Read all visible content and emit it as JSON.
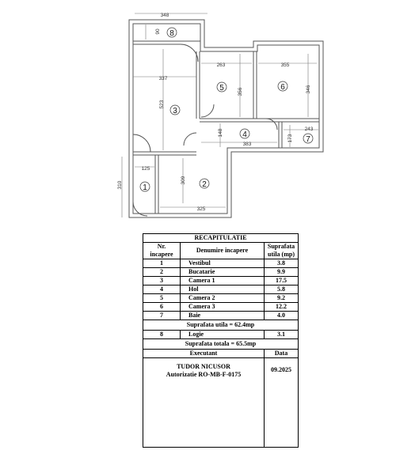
{
  "plan": {
    "dimensions": {
      "top_width": "348",
      "logie_depth": "90",
      "camera1_width": "337",
      "camera1_height": "523",
      "camera2_width": "263",
      "camera2_height": "356",
      "camera3_width": "355",
      "camera3_height": "346",
      "hol_width": "383",
      "hol_height": "148",
      "baie_width": "243",
      "baie_height": "173",
      "vestibul_width": "125",
      "bucatarie_height": "309",
      "bucatarie_width": "325",
      "left_height": "310"
    },
    "room_numbers": [
      "1",
      "2",
      "3",
      "4",
      "5",
      "6",
      "7",
      "8"
    ]
  },
  "recap": {
    "title": "RECAPITULATIE",
    "col_nr": "Nr. incapere",
    "col_name": "Denumire incapere",
    "col_area": "Suprafata utila (mp)",
    "rows": [
      {
        "nr": "1",
        "name": "Vestibul",
        "area": "3.8"
      },
      {
        "nr": "2",
        "name": "Bucatarie",
        "area": "9.9"
      },
      {
        "nr": "3",
        "name": "Camera 1",
        "area": "17.5"
      },
      {
        "nr": "4",
        "name": "Hol",
        "area": "5.8"
      },
      {
        "nr": "5",
        "name": "Camera 2",
        "area": "9.2"
      },
      {
        "nr": "6",
        "name": "Camera 3",
        "area": "12.2"
      },
      {
        "nr": "7",
        "name": "Baie",
        "area": "4.0"
      }
    ],
    "useful_total": "Suprafata utila = 62.4mp",
    "logie": {
      "nr": "8",
      "name": "Logie",
      "area": "3.1"
    },
    "grand_total": "Suprafata totala = 65.5mp",
    "executant_label": "Executant",
    "date_label": "Data",
    "executant_name": "TUDOR NICUSOR",
    "authorization": "Autorizatie RO-MB-F-0175",
    "date": "09.2025"
  }
}
